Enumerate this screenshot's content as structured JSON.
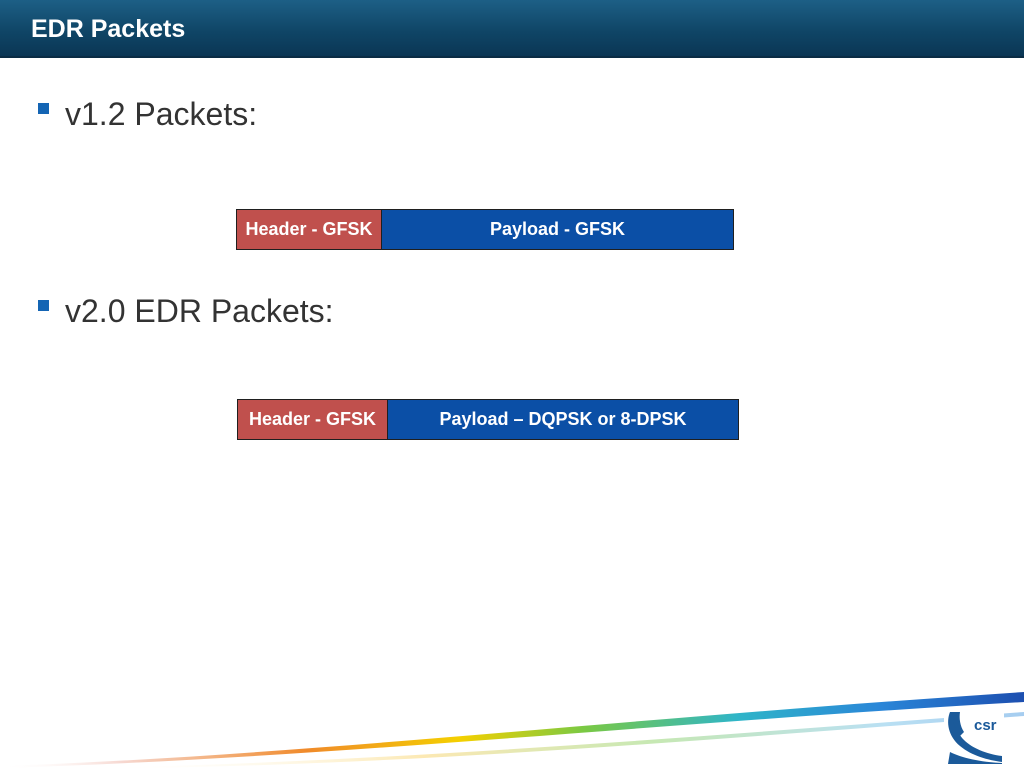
{
  "slide": {
    "title": "EDR Packets"
  },
  "bullets": [
    {
      "text": "v1.2 Packets:"
    },
    {
      "text": "v2.0 EDR Packets:"
    }
  ],
  "packets": [
    {
      "header": "Header - GFSK",
      "payload": "Payload - GFSK"
    },
    {
      "header": "Header - GFSK",
      "payload": "Payload – DQPSK or 8-DPSK"
    }
  ],
  "colors": {
    "title_bar": "#0f4566",
    "bullet_marker": "#1465b4",
    "header_segment": "#c0504d",
    "payload_segment": "#0b4fa6"
  },
  "logo": {
    "text": "csr",
    "icon": "csr-logo-icon"
  }
}
